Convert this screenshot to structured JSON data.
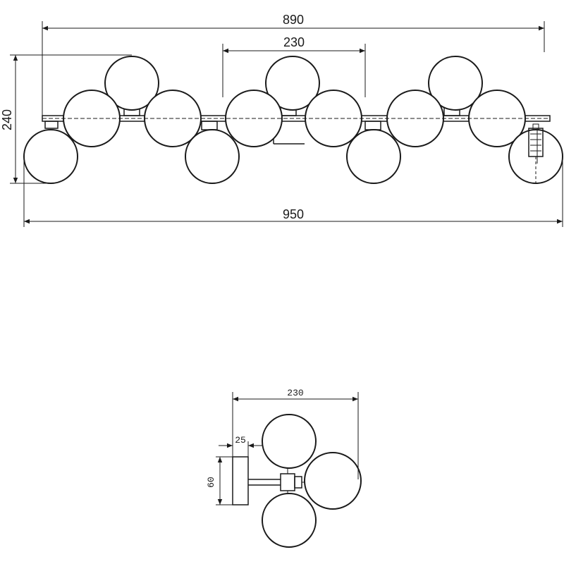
{
  "front_view": {
    "dims": {
      "overall_rail": "890",
      "module_spacing": "230",
      "height": "240",
      "overall_width": "950"
    }
  },
  "side_view": {
    "dims": {
      "depth": "230",
      "base_depth": "25",
      "base_height": "60"
    }
  }
}
